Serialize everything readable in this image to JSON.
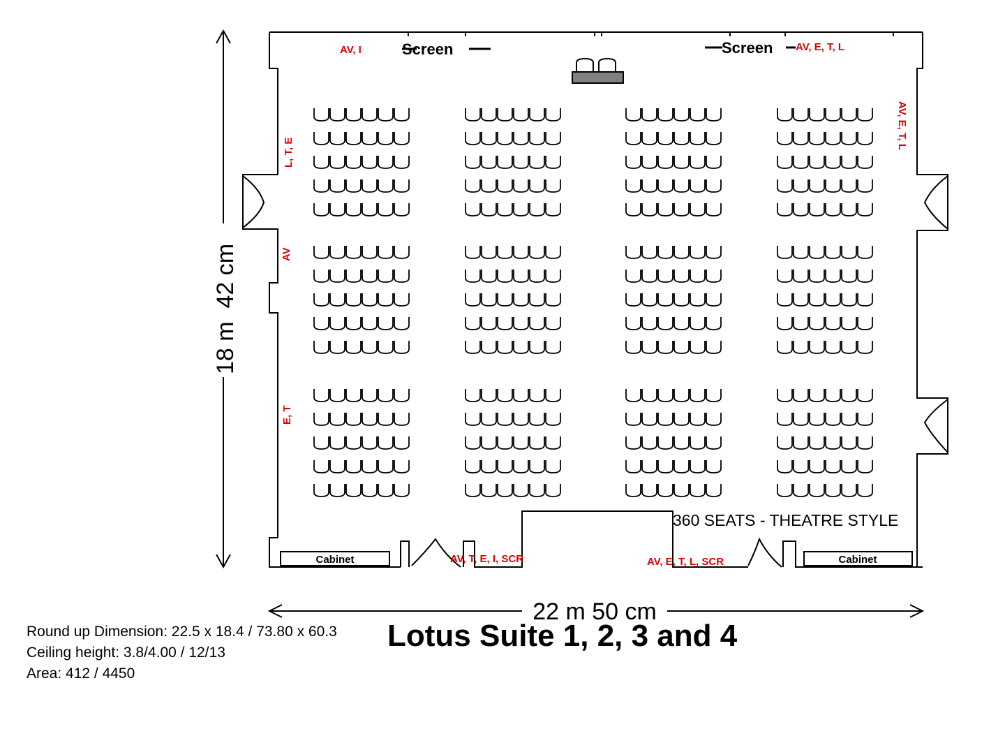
{
  "title": "Lotus Suite 1, 2, 3 and 4",
  "dimensions": {
    "height_label": "18 m  42 cm",
    "width_label": "22 m 50 cm"
  },
  "screens": [
    "Screen",
    "Screen"
  ],
  "capacity_label": "360 SEATS - THEATRE STYLE",
  "cabinets": [
    "Cabinet",
    "Cabinet"
  ],
  "service_labels": {
    "top_left": "AV, I",
    "top_right": "AV, E, T, L",
    "right_wall": "AV, E, T, L",
    "left_wall_top": "L, T, E",
    "left_wall_mid": "AV",
    "left_wall_bottom": "E, T",
    "bottom_left_door": "AV, T, E, I, SCR",
    "bottom_right_door": "AV, E, T, L, SCR"
  },
  "seating": {
    "blocks_per_row": 4,
    "block_rows": 3,
    "rows_per_block": 5,
    "seats_per_row": 6
  },
  "info": {
    "dimension_text": "Round up Dimension: 22.5 x 18.4 / 73.80 x 60.3",
    "ceiling_text": "Ceiling height: 3.8/4.00 / 12/13",
    "area_text": "Area: 412 / 4450"
  },
  "colors": {
    "outline": "#000000",
    "service_label": "#e00000",
    "podium": "#808080"
  }
}
